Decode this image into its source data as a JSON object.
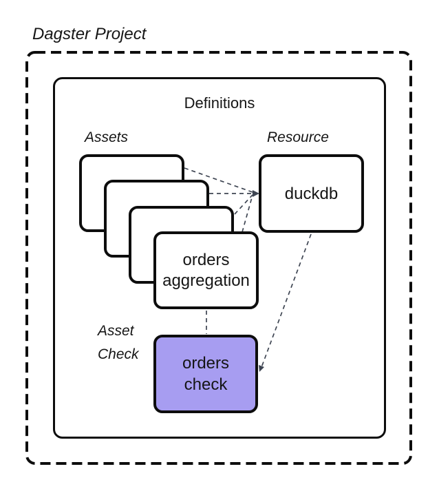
{
  "diagram": {
    "title": "Dagster Project",
    "definitions_label": "Definitions",
    "sections": {
      "assets_label": "Assets",
      "resource_label": "Resource",
      "asset_check_line1": "Asset",
      "asset_check_line2": "Check"
    },
    "nodes": {
      "orders_aggregation_line1": "orders",
      "orders_aggregation_line2": "aggregation",
      "duckdb_label": "duckdb",
      "orders_check_line1": "orders",
      "orders_check_line2": "check"
    }
  },
  "colors": {
    "border": "#0d0d0d",
    "connector": "#3e4552",
    "asset_check_fill": "#a79df1",
    "text": "#151515",
    "background": "#ffffff"
  }
}
